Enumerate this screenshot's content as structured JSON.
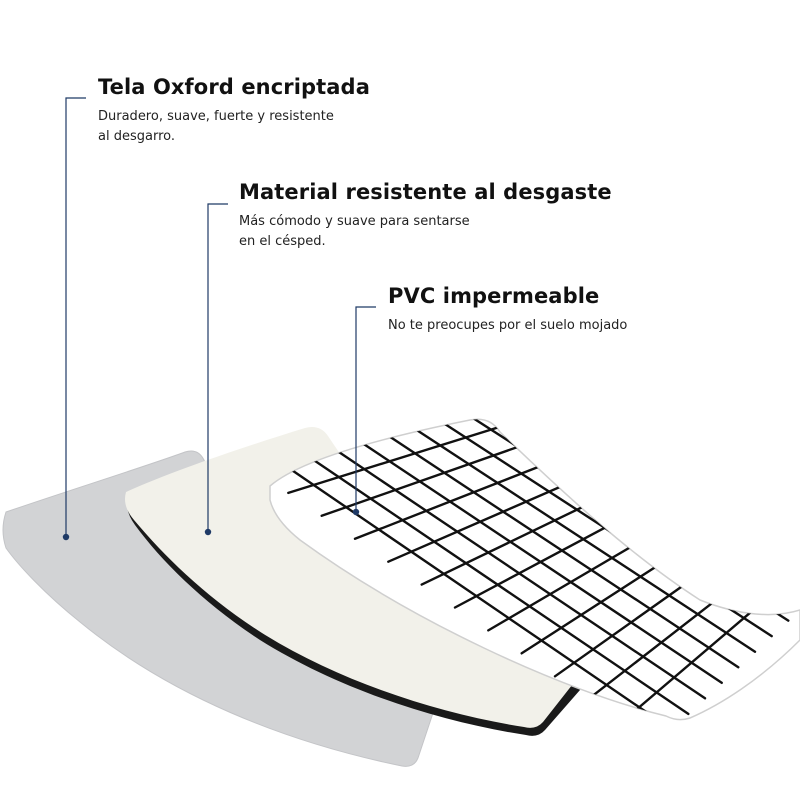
{
  "layers": [
    {
      "id": "oxford",
      "title": "Tela Oxford encriptada",
      "description_lines": [
        "Duradero, suave, fuerte y resistente",
        "al desgarro."
      ],
      "color": "#d2d3d5"
    },
    {
      "id": "wear",
      "title": "Material resistente al desgaste",
      "description_lines": [
        "Más cómodo y suave para sentarse",
        "en el césped."
      ],
      "color": "#f2f1ea"
    },
    {
      "id": "pvc",
      "title": "PVC impermeable",
      "description_lines": [
        "No te preocupes por el suelo mojado"
      ],
      "color": "#ffffff"
    }
  ],
  "colors": {
    "leader_line": "#1f3a66",
    "grid_line": "#111111",
    "sheet_edge": "#111111"
  }
}
